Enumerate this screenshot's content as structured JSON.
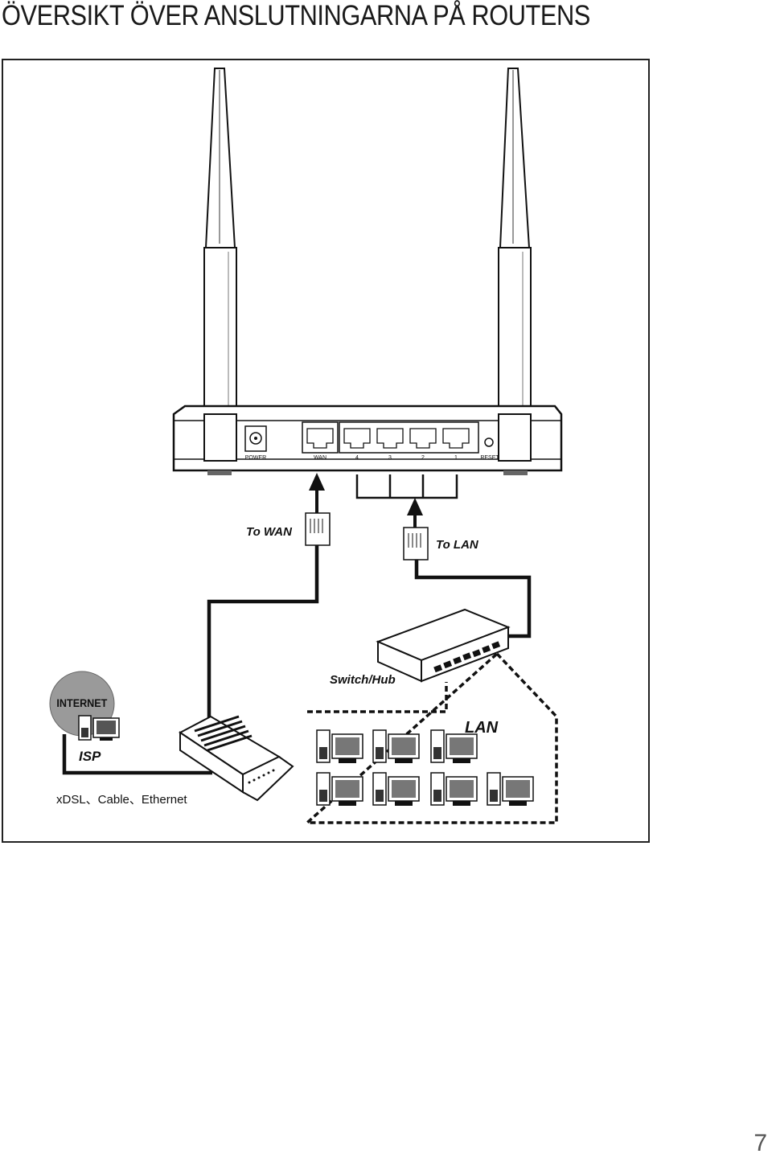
{
  "page": {
    "title": "ÖVERSIKT ÖVER ANSLUTNINGARNA PÅ ROUTENS",
    "page_number": "7"
  },
  "diagram": {
    "router_ports": {
      "power": "POWER",
      "wan": "WAN",
      "lan4": "4",
      "lan3": "3",
      "lan2": "2",
      "lan1": "1",
      "reset": "RESET"
    },
    "to_wan": "To WAN",
    "to_lan": "To LAN",
    "switch_hub": "Switch/Hub",
    "internet": "INTERNET",
    "isp": "ISP",
    "connection_types": "xDSL、Cable、Ethernet",
    "lan": "LAN"
  }
}
